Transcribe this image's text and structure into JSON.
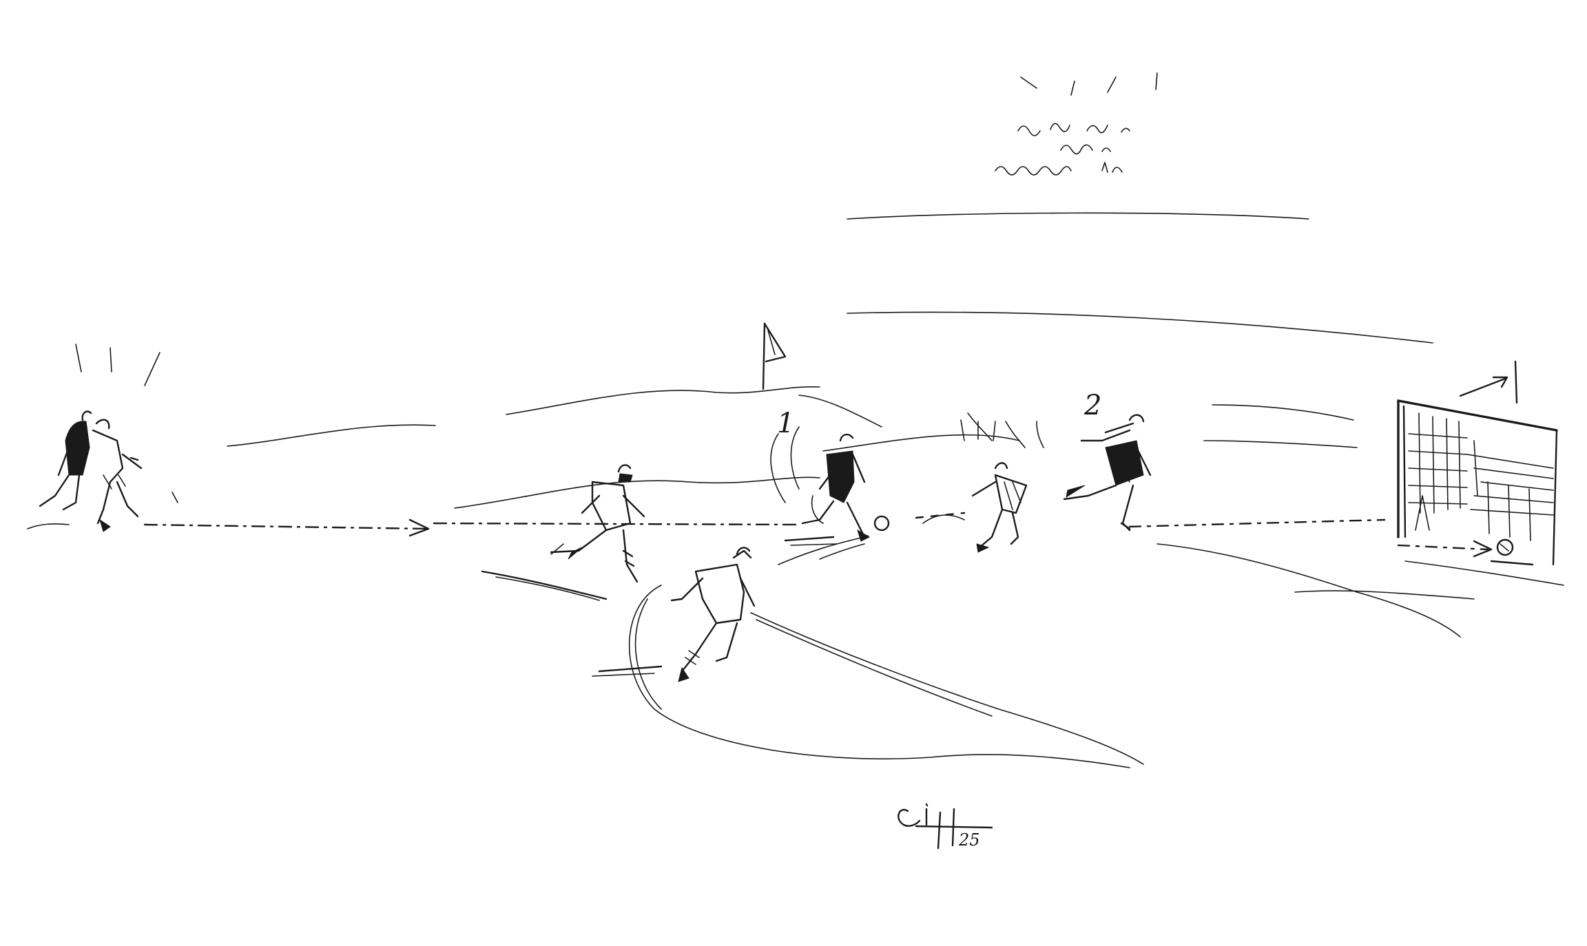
{
  "drawing": {
    "ink_color": "#1a1a1a",
    "paper_color": "#ffffff",
    "labels": {
      "attacker_1": "1",
      "attacker_2": "2"
    },
    "signature": {
      "year": "25"
    }
  }
}
